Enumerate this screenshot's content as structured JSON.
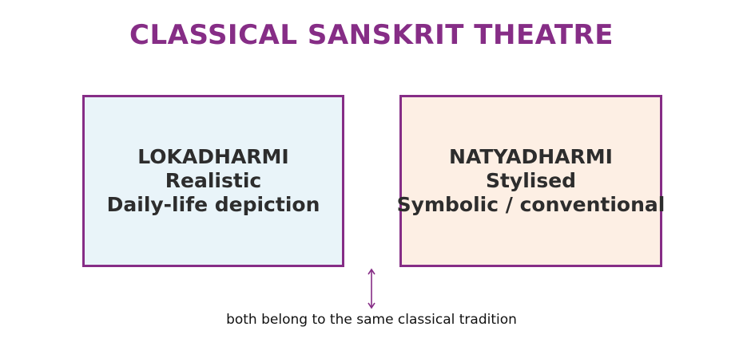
{
  "title": "CLASSICAL SANSKRIT THEATRE",
  "left_box": {
    "heading": "LOKADHARMI",
    "line1": "Realistic",
    "line2": "Daily-life depiction"
  },
  "right_box": {
    "heading": "NATYADHARMI",
    "line1": "Stylised",
    "line2": "Symbolic / conventional"
  },
  "caption": "both belong to the same classical tradition",
  "colors": {
    "accent": "#862d86",
    "text": "#2d2d2d",
    "left_fill": "#e9f4f9",
    "right_fill": "#fdefe4"
  },
  "icons": {
    "connector": "double-headed-vertical-arrow-icon"
  }
}
